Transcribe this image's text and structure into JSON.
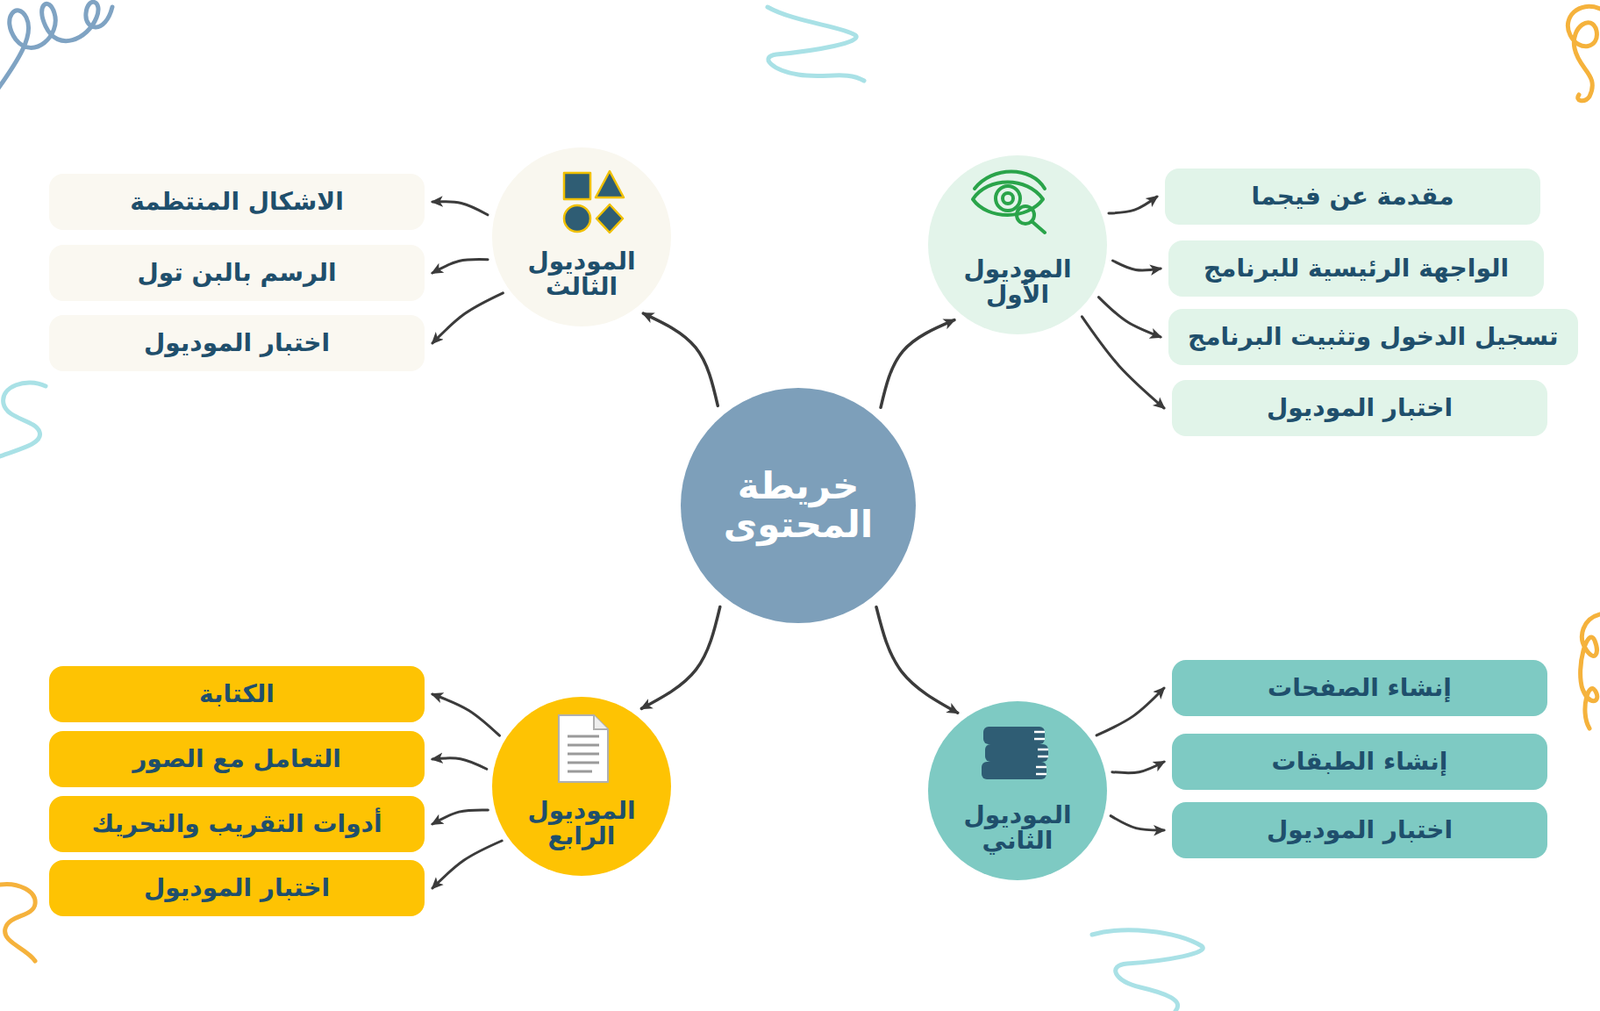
{
  "diagram": {
    "nodes": [
      {
        "text": [
          "خريطة المحتوى"
        ]
      },
      {
        "text": [
          "الموديول الأول"
        ]
      },
      {
        "text": [
          "مقدمة عن فيجما"
        ]
      },
      {
        "text": [
          "الواجهة الرئيسية للبرنامج"
        ]
      },
      {
        "text": [
          "تسجيل الدخول وتثبيت البرنامج"
        ]
      },
      {
        "text": [
          "اختبار الموديول"
        ]
      },
      {
        "text": [
          "الموديول الثاني"
        ]
      },
      {
        "text": [
          "إنشاء الصفحات"
        ]
      },
      {
        "text": [
          "إنشاء الطبقات"
        ]
      },
      {
        "text": [
          "اختبار الموديول"
        ]
      },
      {
        "text": [
          "الموديول الثالث"
        ]
      },
      {
        "text": [
          "الاشكال المنتظمة"
        ]
      },
      {
        "text": [
          "الرسم بالبن تول"
        ]
      },
      {
        "text": [
          "اختبار الموديول"
        ]
      },
      {
        "text": [
          "الموديول الرابع"
        ]
      },
      {
        "text": [
          "الكتابة"
        ]
      },
      {
        "text": [
          "التعامل مع الصور"
        ]
      },
      {
        "text": [
          "أدوات التقريب والتحريك"
        ]
      },
      {
        "text": [
          "اختبار الموديول"
        ]
      }
    ],
    "edges": [
      {
        "from": 0,
        "to": 1,
        "arrow": "to"
      },
      {
        "from": 0,
        "to": 6,
        "arrow": "to"
      },
      {
        "from": 0,
        "to": 10,
        "arrow": "to"
      },
      {
        "from": 0,
        "to": 14,
        "arrow": "to"
      },
      {
        "from": 1,
        "to": 2,
        "arrow": "to"
      },
      {
        "from": 1,
        "to": 3,
        "arrow": "to"
      },
      {
        "from": 1,
        "to": 4,
        "arrow": "to"
      },
      {
        "from": 1,
        "to": 5,
        "arrow": "to"
      },
      {
        "from": 6,
        "to": 7,
        "arrow": "to"
      },
      {
        "from": 6,
        "to": 8,
        "arrow": "to"
      },
      {
        "from": 6,
        "to": 9,
        "arrow": "to"
      },
      {
        "from": 10,
        "to": 11,
        "arrow": "to"
      },
      {
        "from": 10,
        "to": 12,
        "arrow": "to"
      },
      {
        "from": 10,
        "to": 13,
        "arrow": "to"
      },
      {
        "from": 14,
        "to": 15,
        "arrow": "to"
      },
      {
        "from": 14,
        "to": 16,
        "arrow": "to"
      },
      {
        "from": 14,
        "to": 17,
        "arrow": "to"
      },
      {
        "from": 14,
        "to": 18,
        "arrow": "to"
      }
    ]
  }
}
